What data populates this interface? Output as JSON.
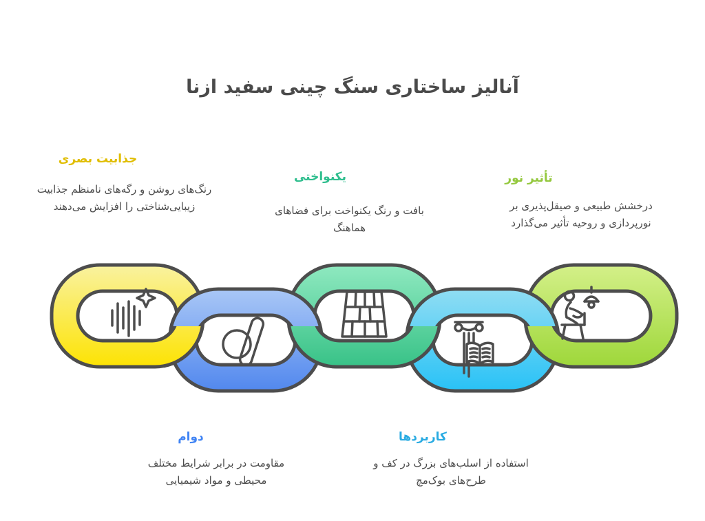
{
  "title": "آنالیز ساختاری سنگ چینی سفید ازنا",
  "colors": {
    "background": "#ffffff",
    "outline": "#4d4d4d",
    "icon": "#4d4d4d",
    "text": "#4d4d4d",
    "title": "#4a4a4a"
  },
  "links": [
    {
      "position": "top-left",
      "label": "جذابیت بصری",
      "label_color": "#e0bd00",
      "description": "رنگ‌های روشن و رگه‌های نامنظم جذابیت زیبایی‌شناختی را افزایش می‌دهند",
      "icon": "sparkles-bars-icon",
      "gradient": [
        "#f9f2a0",
        "#fde303"
      ]
    },
    {
      "position": "bottom-left",
      "label": "دوام",
      "label_color": "#4285f4",
      "description": "مقاومت در برابر شرایط مختلف محیطی و مواد شیمیایی",
      "icon": "stone-slab-icon",
      "gradient": [
        "#a9c7f6",
        "#5288ee"
      ]
    },
    {
      "position": "top-center",
      "label": "یکنواختی",
      "label_color": "#2fbe8e",
      "description": "بافت و رنگ یکنواخت برای فضاهای هماهنگ",
      "icon": "tiled-floor-icon",
      "gradient": [
        "#8fe9c0",
        "#38c287"
      ]
    },
    {
      "position": "bottom-right",
      "label": "کاربردها",
      "label_color": "#29abe2",
      "description": "استفاده از اسلب‌های بزرگ در کف و طرح‌های بوک‌مچ",
      "icon": "column-book-icon",
      "gradient": [
        "#90ddf3",
        "#29c2f6"
      ]
    },
    {
      "position": "top-right",
      "label": "تأثیر نور",
      "label_color": "#94c83e",
      "description": "درخشش طبیعی و صیقل‌پذیری بر نورپردازی و روحیه تأثیر می‌گذارد",
      "icon": "person-reading-lamp-icon",
      "gradient": [
        "#d4f089",
        "#9ed73a"
      ]
    }
  ]
}
